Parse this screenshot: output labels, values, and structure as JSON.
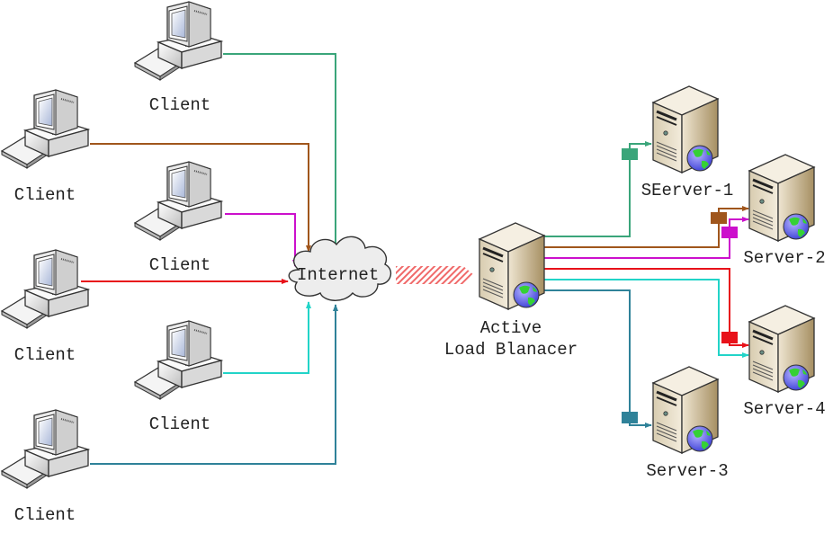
{
  "diagram": {
    "title": "Active load balancer network topology",
    "colors": {
      "green": "#3aa57a",
      "brown": "#a0561c",
      "magenta": "#cc10cc",
      "red": "#e8121a",
      "cyan": "#22d4c8",
      "teal": "#2f8299",
      "cloud_fill": "#ededed",
      "hatch": "#f06a6a"
    },
    "clients": [
      {
        "id": "client-1",
        "label": "Client",
        "link_color": "green"
      },
      {
        "id": "client-2",
        "label": "Client",
        "link_color": "brown"
      },
      {
        "id": "client-3",
        "label": "Client",
        "link_color": "magenta"
      },
      {
        "id": "client-4",
        "label": "Client",
        "link_color": "red"
      },
      {
        "id": "client-5",
        "label": "Client",
        "link_color": "cyan"
      },
      {
        "id": "client-6",
        "label": "Client",
        "link_color": "teal"
      }
    ],
    "internet": {
      "label": "Internet"
    },
    "balancer": {
      "label_line1": "Active",
      "label_line2": "Load Blanacer"
    },
    "servers": [
      {
        "id": "server-1",
        "label": "SEerver-1",
        "link_colors": [
          "green"
        ]
      },
      {
        "id": "server-2",
        "label": "Server-2",
        "link_colors": [
          "brown",
          "magenta"
        ]
      },
      {
        "id": "server-3",
        "label": "Server-3",
        "link_colors": [
          "teal"
        ]
      },
      {
        "id": "server-4",
        "label": "Server-4",
        "link_colors": [
          "red",
          "cyan"
        ]
      }
    ]
  }
}
